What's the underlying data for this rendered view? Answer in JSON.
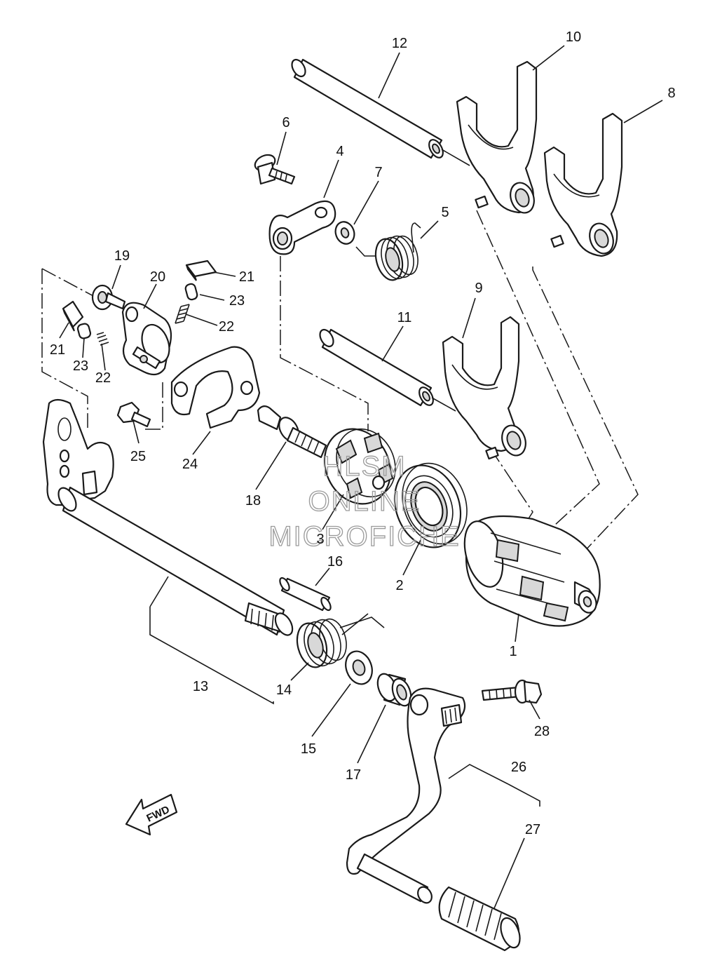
{
  "callouts": {
    "c1": "1",
    "c2": "2",
    "c3": "3",
    "c4": "4",
    "c5": "5",
    "c6": "6",
    "c7": "7",
    "c8": "8",
    "c9": "9",
    "c10": "10",
    "c11": "11",
    "c12": "12",
    "c13": "13",
    "c14": "14",
    "c15": "15",
    "c16": "16",
    "c17": "17",
    "c18": "18",
    "c19": "19",
    "c20": "20",
    "c21a": "21",
    "c21b": "21",
    "c22a": "22",
    "c22b": "22",
    "c23a": "23",
    "c23b": "23",
    "c24": "24",
    "c25": "25",
    "c26": "26",
    "c27": "27",
    "c28": "28"
  },
  "fwd_label": "FWD",
  "watermark": {
    "line1": "HLSM",
    "line2": "ONLINE",
    "line3": "MICROFICHE"
  }
}
